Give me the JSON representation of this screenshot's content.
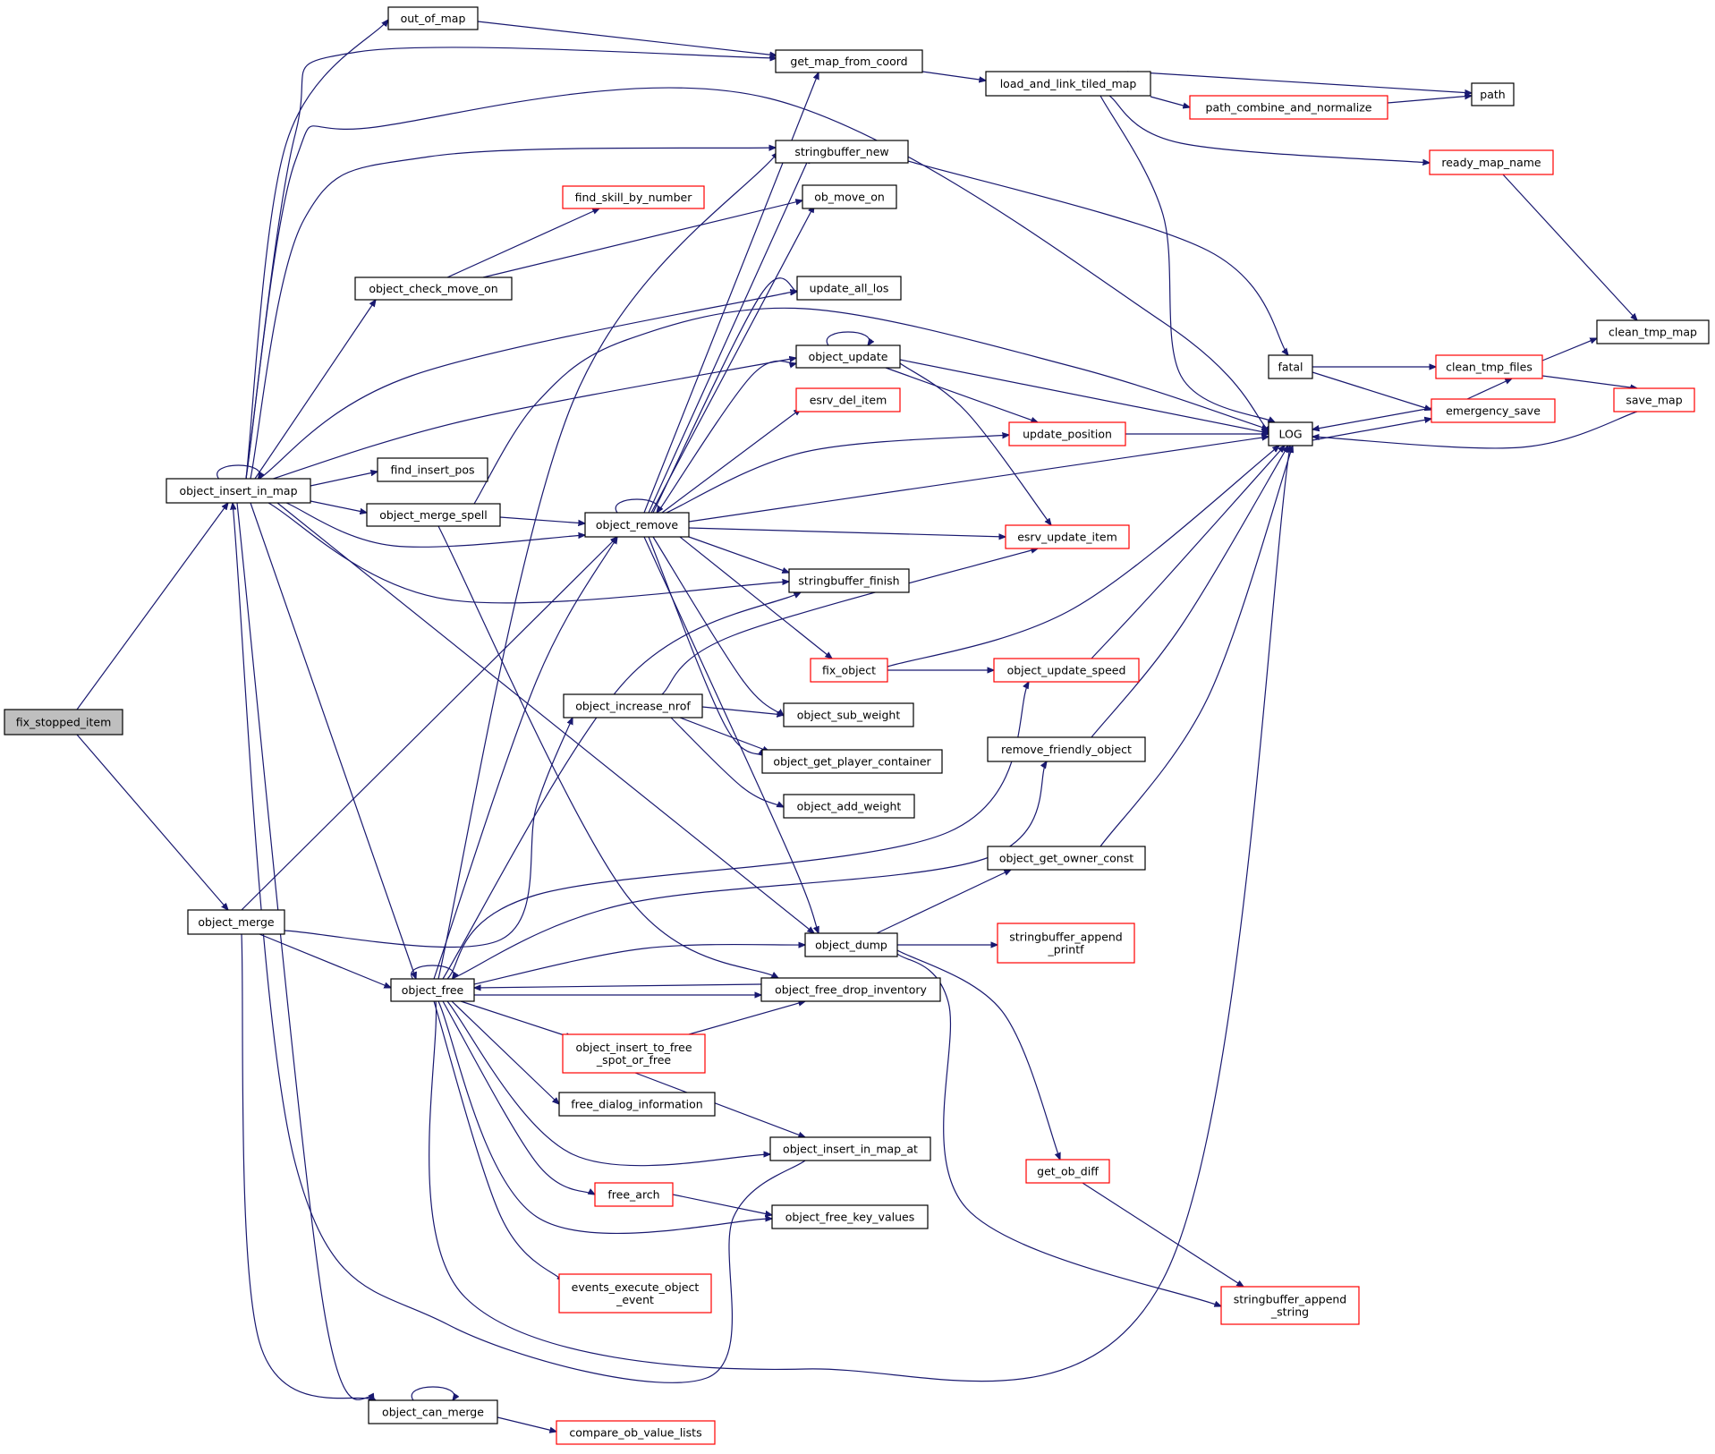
{
  "diagram": {
    "kind": "call-graph",
    "colors": {
      "edge": "#191970",
      "root_fill": "#bfbfbf",
      "node_border": "#000000",
      "incomplete_border": "#ff0000"
    },
    "nodes": [
      {
        "id": "fix_stopped_item",
        "label": "fix_stopped_item",
        "style": "root"
      },
      {
        "id": "object_insert_in_map",
        "label": "object_insert_in_map",
        "style": "normal"
      },
      {
        "id": "object_merge",
        "label": "object_merge",
        "style": "normal"
      },
      {
        "id": "out_of_map",
        "label": "out_of_map",
        "style": "normal"
      },
      {
        "id": "get_map_from_coord",
        "label": "get_map_from_coord",
        "style": "normal"
      },
      {
        "id": "load_and_link_tiled_map",
        "label": "load_and_link_tiled_map",
        "style": "normal"
      },
      {
        "id": "path",
        "label": "path",
        "style": "normal"
      },
      {
        "id": "path_combine_and_normalize",
        "label": "path_combine_and_normalize",
        "style": "incomplete"
      },
      {
        "id": "ready_map_name",
        "label": "ready_map_name",
        "style": "incomplete"
      },
      {
        "id": "stringbuffer_new",
        "label": "stringbuffer_new",
        "style": "normal"
      },
      {
        "id": "find_skill_by_number",
        "label": "find_skill_by_number",
        "style": "incomplete"
      },
      {
        "id": "ob_move_on",
        "label": "ob_move_on",
        "style": "normal"
      },
      {
        "id": "object_check_move_on",
        "label": "object_check_move_on",
        "style": "normal"
      },
      {
        "id": "update_all_los",
        "label": "update_all_los",
        "style": "normal"
      },
      {
        "id": "object_update",
        "label": "object_update",
        "style": "normal"
      },
      {
        "id": "esrv_del_item",
        "label": "esrv_del_item",
        "style": "incomplete"
      },
      {
        "id": "update_position",
        "label": "update_position",
        "style": "incomplete"
      },
      {
        "id": "fatal",
        "label": "fatal",
        "style": "normal"
      },
      {
        "id": "clean_tmp_map",
        "label": "clean_tmp_map",
        "style": "normal"
      },
      {
        "id": "clean_tmp_files",
        "label": "clean_tmp_files",
        "style": "incomplete"
      },
      {
        "id": "emergency_save",
        "label": "emergency_save",
        "style": "incomplete"
      },
      {
        "id": "save_map",
        "label": "save_map",
        "style": "incomplete"
      },
      {
        "id": "LOG",
        "label": "LOG",
        "style": "normal"
      },
      {
        "id": "find_insert_pos",
        "label": "find_insert_pos",
        "style": "normal"
      },
      {
        "id": "object_merge_spell",
        "label": "object_merge_spell",
        "style": "normal"
      },
      {
        "id": "object_remove",
        "label": "object_remove",
        "style": "normal"
      },
      {
        "id": "esrv_update_item",
        "label": "esrv_update_item",
        "style": "incomplete"
      },
      {
        "id": "stringbuffer_finish",
        "label": "stringbuffer_finish",
        "style": "normal"
      },
      {
        "id": "fix_object",
        "label": "fix_object",
        "style": "incomplete"
      },
      {
        "id": "object_update_speed",
        "label": "object_update_speed",
        "style": "incomplete"
      },
      {
        "id": "object_increase_nrof",
        "label": "object_increase_nrof",
        "style": "normal"
      },
      {
        "id": "object_sub_weight",
        "label": "object_sub_weight",
        "style": "normal"
      },
      {
        "id": "remove_friendly_object",
        "label": "remove_friendly_object",
        "style": "normal"
      },
      {
        "id": "object_get_player_container",
        "label": "object_get_player_container",
        "style": "normal"
      },
      {
        "id": "object_add_weight",
        "label": "object_add_weight",
        "style": "normal"
      },
      {
        "id": "object_get_owner_const",
        "label": "object_get_owner_const",
        "style": "normal"
      },
      {
        "id": "object_dump",
        "label": "object_dump",
        "style": "normal"
      },
      {
        "id": "stringbuffer_append_printf",
        "label": "stringbuffer_append\n_printf",
        "style": "incomplete"
      },
      {
        "id": "object_free",
        "label": "object_free",
        "style": "normal"
      },
      {
        "id": "object_free_drop_inventory",
        "label": "object_free_drop_inventory",
        "style": "normal"
      },
      {
        "id": "object_insert_to_free_spot_or_free",
        "label": "object_insert_to_free\n_spot_or_free",
        "style": "incomplete"
      },
      {
        "id": "free_dialog_information",
        "label": "free_dialog_information",
        "style": "normal"
      },
      {
        "id": "object_insert_in_map_at",
        "label": "object_insert_in_map_at",
        "style": "normal"
      },
      {
        "id": "get_ob_diff",
        "label": "get_ob_diff",
        "style": "incomplete"
      },
      {
        "id": "free_arch",
        "label": "free_arch",
        "style": "incomplete"
      },
      {
        "id": "object_free_key_values",
        "label": "object_free_key_values",
        "style": "normal"
      },
      {
        "id": "events_execute_object_event",
        "label": "events_execute_object\n_event",
        "style": "incomplete"
      },
      {
        "id": "stringbuffer_append_string",
        "label": "stringbuffer_append\n_string",
        "style": "incomplete"
      },
      {
        "id": "object_can_merge",
        "label": "object_can_merge",
        "style": "normal"
      },
      {
        "id": "compare_ob_value_lists",
        "label": "compare_ob_value_lists",
        "style": "incomplete"
      }
    ],
    "edges": [
      [
        "fix_stopped_item",
        "object_insert_in_map"
      ],
      [
        "fix_stopped_item",
        "object_merge"
      ],
      [
        "object_insert_in_map",
        "object_insert_in_map"
      ],
      [
        "object_insert_in_map",
        "out_of_map"
      ],
      [
        "object_insert_in_map",
        "get_map_from_coord"
      ],
      [
        "object_insert_in_map",
        "LOG"
      ],
      [
        "object_insert_in_map",
        "stringbuffer_new"
      ],
      [
        "object_insert_in_map",
        "object_check_move_on"
      ],
      [
        "object_insert_in_map",
        "update_all_los"
      ],
      [
        "object_insert_in_map",
        "object_update"
      ],
      [
        "object_insert_in_map",
        "find_insert_pos"
      ],
      [
        "object_insert_in_map",
        "object_merge_spell"
      ],
      [
        "object_insert_in_map",
        "object_remove"
      ],
      [
        "object_insert_in_map",
        "stringbuffer_finish"
      ],
      [
        "object_insert_in_map",
        "object_dump"
      ],
      [
        "object_insert_in_map",
        "object_free"
      ],
      [
        "object_insert_in_map",
        "object_can_merge"
      ],
      [
        "out_of_map",
        "get_map_from_coord"
      ],
      [
        "get_map_from_coord",
        "load_and_link_tiled_map"
      ],
      [
        "load_and_link_tiled_map",
        "path"
      ],
      [
        "load_and_link_tiled_map",
        "path_combine_and_normalize"
      ],
      [
        "load_and_link_tiled_map",
        "ready_map_name"
      ],
      [
        "load_and_link_tiled_map",
        "LOG"
      ],
      [
        "path_combine_and_normalize",
        "path"
      ],
      [
        "ready_map_name",
        "clean_tmp_map"
      ],
      [
        "stringbuffer_new",
        "fatal"
      ],
      [
        "object_check_move_on",
        "find_skill_by_number"
      ],
      [
        "object_check_move_on",
        "ob_move_on"
      ],
      [
        "object_update",
        "object_update"
      ],
      [
        "object_update",
        "update_position"
      ],
      [
        "object_update",
        "LOG"
      ],
      [
        "object_update",
        "esrv_update_item"
      ],
      [
        "update_position",
        "LOG"
      ],
      [
        "fatal",
        "clean_tmp_files"
      ],
      [
        "fatal",
        "emergency_save"
      ],
      [
        "clean_tmp_files",
        "clean_tmp_map"
      ],
      [
        "clean_tmp_files",
        "save_map"
      ],
      [
        "emergency_save",
        "LOG"
      ],
      [
        "emergency_save",
        "clean_tmp_files"
      ],
      [
        "save_map",
        "LOG"
      ],
      [
        "LOG",
        "emergency_save"
      ],
      [
        "object_merge_spell",
        "object_remove"
      ],
      [
        "object_merge_spell",
        "LOG"
      ],
      [
        "object_merge_spell",
        "object_free_drop_inventory"
      ],
      [
        "object_remove",
        "object_remove"
      ],
      [
        "object_remove",
        "get_map_from_coord"
      ],
      [
        "object_remove",
        "stringbuffer_new"
      ],
      [
        "object_remove",
        "ob_move_on"
      ],
      [
        "object_remove",
        "update_all_los"
      ],
      [
        "object_remove",
        "object_update"
      ],
      [
        "object_remove",
        "esrv_del_item"
      ],
      [
        "object_remove",
        "update_position"
      ],
      [
        "object_remove",
        "LOG"
      ],
      [
        "object_remove",
        "esrv_update_item"
      ],
      [
        "object_remove",
        "stringbuffer_finish"
      ],
      [
        "object_remove",
        "fix_object"
      ],
      [
        "object_remove",
        "object_sub_weight"
      ],
      [
        "object_remove",
        "object_get_player_container"
      ],
      [
        "object_remove",
        "object_dump"
      ],
      [
        "fix_object",
        "LOG"
      ],
      [
        "fix_object",
        "object_update_speed"
      ],
      [
        "object_update_speed",
        "LOG"
      ],
      [
        "object_increase_nrof",
        "esrv_update_item"
      ],
      [
        "object_increase_nrof",
        "object_sub_weight"
      ],
      [
        "object_increase_nrof",
        "object_get_player_container"
      ],
      [
        "object_increase_nrof",
        "object_add_weight"
      ],
      [
        "remove_friendly_object",
        "LOG"
      ],
      [
        "object_get_owner_const",
        "LOG"
      ],
      [
        "object_dump",
        "object_get_owner_const"
      ],
      [
        "object_dump",
        "stringbuffer_append_printf"
      ],
      [
        "object_dump",
        "get_ob_diff"
      ],
      [
        "object_dump",
        "stringbuffer_append_string"
      ],
      [
        "object_merge",
        "object_remove"
      ],
      [
        "object_merge",
        "object_increase_nrof"
      ],
      [
        "object_merge",
        "object_free"
      ],
      [
        "object_merge",
        "object_can_merge"
      ],
      [
        "object_free",
        "object_free"
      ],
      [
        "object_free",
        "stringbuffer_new"
      ],
      [
        "object_free",
        "object_remove"
      ],
      [
        "object_free",
        "stringbuffer_finish"
      ],
      [
        "object_free",
        "object_update_speed"
      ],
      [
        "object_free",
        "remove_friendly_object"
      ],
      [
        "object_free",
        "object_dump"
      ],
      [
        "object_free",
        "object_free_drop_inventory"
      ],
      [
        "object_free",
        "object_insert_to_free_spot_or_free"
      ],
      [
        "object_free",
        "free_dialog_information"
      ],
      [
        "object_free",
        "object_insert_in_map_at"
      ],
      [
        "object_free",
        "free_arch"
      ],
      [
        "object_free",
        "object_free_key_values"
      ],
      [
        "object_free",
        "events_execute_object_event"
      ],
      [
        "object_free",
        "LOG"
      ],
      [
        "object_free_drop_inventory",
        "object_free"
      ],
      [
        "object_insert_to_free_spot_or_free",
        "object_free_drop_inventory"
      ],
      [
        "object_insert_to_free_spot_or_free",
        "object_insert_in_map_at"
      ],
      [
        "object_insert_in_map_at",
        "object_insert_in_map"
      ],
      [
        "free_arch",
        "object_free_key_values"
      ],
      [
        "get_ob_diff",
        "stringbuffer_append_string"
      ],
      [
        "object_can_merge",
        "object_can_merge"
      ],
      [
        "object_can_merge",
        "compare_ob_value_lists"
      ]
    ]
  }
}
